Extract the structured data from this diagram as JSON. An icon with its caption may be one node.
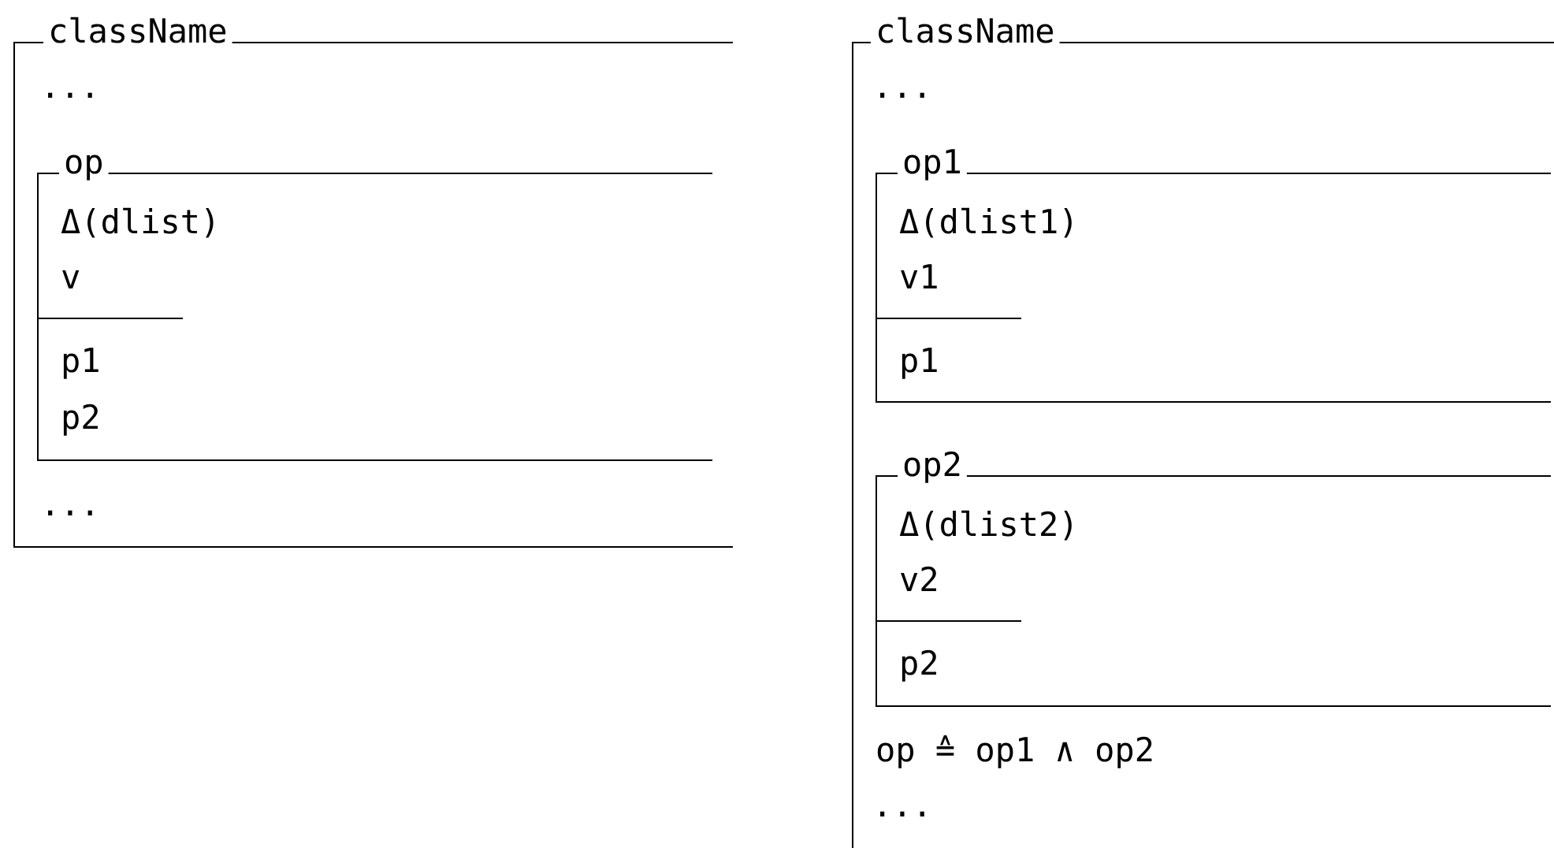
{
  "diagram": {
    "nodes": [
      {
        "text": [
          "className",
          "...",
          "..."
        ]
      },
      {
        "text": [
          "op",
          "Δ(dlist)",
          "v",
          "p1",
          "p2"
        ],
        "in": 0
      },
      {
        "text": [
          "className",
          "...",
          "op ≙ op1 ∧ op2",
          "..."
        ]
      },
      {
        "text": [
          "op1",
          "Δ(dlist1)",
          "v1",
          "p1"
        ],
        "in": 2
      },
      {
        "text": [
          "op2",
          "Δ(dlist2)",
          "v2",
          "p2"
        ],
        "in": 2
      }
    ]
  }
}
